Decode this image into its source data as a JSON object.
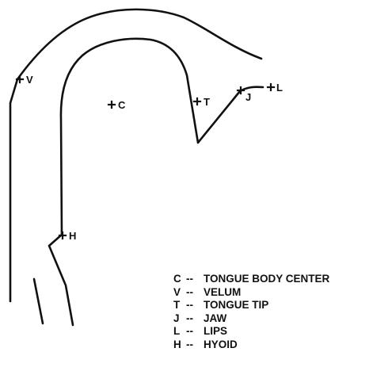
{
  "points": [
    {
      "id": "V",
      "label": "V"
    },
    {
      "id": "C",
      "label": "C"
    },
    {
      "id": "T",
      "label": "T"
    },
    {
      "id": "J",
      "label": "J"
    },
    {
      "id": "L",
      "label": "L"
    },
    {
      "id": "H",
      "label": "H"
    }
  ],
  "legend": [
    {
      "key": "C",
      "dash": "--",
      "text": "TONGUE BODY CENTER"
    },
    {
      "key": "V",
      "dash": "--",
      "text": "VELUM"
    },
    {
      "key": "T",
      "dash": "--",
      "text": "TONGUE TIP"
    },
    {
      "key": "J",
      "dash": "--",
      "text": "JAW"
    },
    {
      "key": "L",
      "dash": "--",
      "text": "LIPS"
    },
    {
      "key": "H",
      "dash": "--",
      "text": "HYOID"
    }
  ]
}
